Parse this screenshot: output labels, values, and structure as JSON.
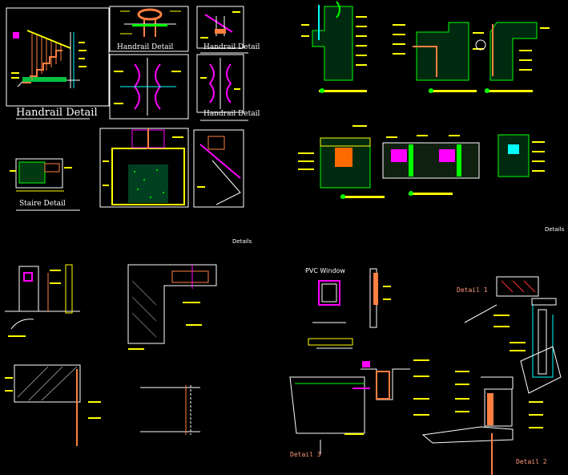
{
  "labels": {
    "handrail_detail_main": "Handrail Detail",
    "handrail_detail_top": "Handrail Detail",
    "handrail_detail_right_top": "Handrail Detail",
    "handrail_detail_right_mid": "Handrail Detail",
    "staire_detail": "Staire Detail",
    "details_left": "Details",
    "details_right": "Details",
    "pvc_window": "PVC Window",
    "detail_1": "Detail 1",
    "detail_2": "Detail 2",
    "detail_3": "Detail 3"
  },
  "colors": {
    "background": "#000000",
    "frame_white": "#ffffff",
    "yellow": "#ffff00",
    "green": "#00ff00",
    "magenta": "#ff00ff",
    "cyan": "#00ffff",
    "red": "#ff3030",
    "orange": "#ff8040",
    "salmon": "#ff9a7a",
    "pink": "#ff80c0"
  }
}
